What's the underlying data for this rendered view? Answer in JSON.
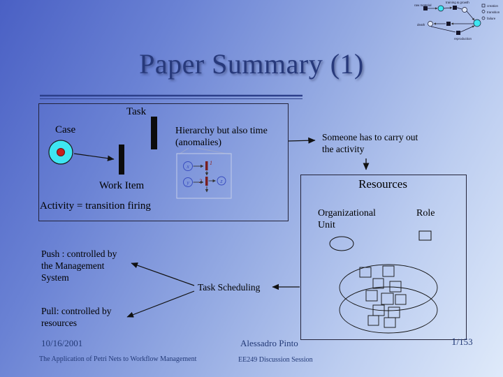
{
  "slide": {
    "title": "Paper Summary (1)"
  },
  "main_box": {
    "task_label": "Task",
    "case_label": "Case",
    "work_item_label": "Work Item",
    "hierarchy_label": "Hierarchy but also time (anomalies)",
    "activity_label": "Activity = transition firing",
    "inset": {
      "place_x": "x",
      "place_y": "y",
      "place_z": "z",
      "t1_label": "1",
      "t2_label": "2"
    }
  },
  "callouts": {
    "someone": "Someone has to carry out the activity",
    "push": "Push : controlled by the Management System",
    "pull": "Pull: controlled by resources",
    "task_scheduling": "Task Scheduling"
  },
  "resources_box": {
    "title": "Resources",
    "org_unit_label": "Organizational Unit",
    "role_label": "Role"
  },
  "corner_figure": {
    "labels": [
      "raw material",
      "training & growth",
      "creation",
      "transition",
      "failure",
      "death",
      "reproduction"
    ]
  },
  "footer": {
    "date": "10/16/2001",
    "subtitle": "The Application of Petri Nets to Workflow Management",
    "author": "Alessadro Pinto",
    "session": "EE249 Discussion Session",
    "page_current": "1",
    "page_total": "/153"
  },
  "colors": {
    "title_color": "#27397b",
    "place_cyan": "#3ee6f2",
    "token_red": "#c61f1f",
    "bg_top_left": "#4a60c4",
    "bg_bottom_right": "#dfeafa"
  }
}
